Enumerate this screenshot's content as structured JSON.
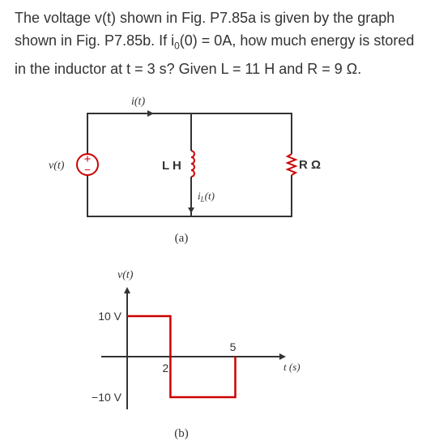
{
  "problem": {
    "before_sub": "The voltage v(t) shown in Fig. P7.85a is given by the graph shown in Fig. P7.85b. If i",
    "sub": "0",
    "after_sub": "(0) = 0A, how much energy is stored in the inductor at t = 3 s? Given L = 11 H and R = 9 Ω."
  },
  "figure_a": {
    "current_label": "i(t)",
    "source_label": "v(t)",
    "source_plus": "+",
    "source_minus": "−",
    "inductor_label": "L H",
    "inductor_current_main": "i",
    "inductor_current_sub": "L",
    "inductor_current_tail": "(t)",
    "resistor_label": "R Ω",
    "caption": "(a)"
  },
  "figure_b": {
    "y_axis_label": "v(t)",
    "x_axis_label": "t (s)",
    "caption": "(b)",
    "colors": {
      "waveform": "#cc0000",
      "axes": "#333333"
    }
  },
  "chart_data": {
    "type": "line",
    "x": [
      0,
      2,
      2,
      5,
      5
    ],
    "y": [
      10,
      10,
      -10,
      -10,
      0
    ],
    "xticks": [
      "2",
      "5"
    ],
    "yticks": [
      "10 V",
      "−10 V"
    ],
    "ylabel": "v(t)",
    "xlabel": "t (s)"
  }
}
